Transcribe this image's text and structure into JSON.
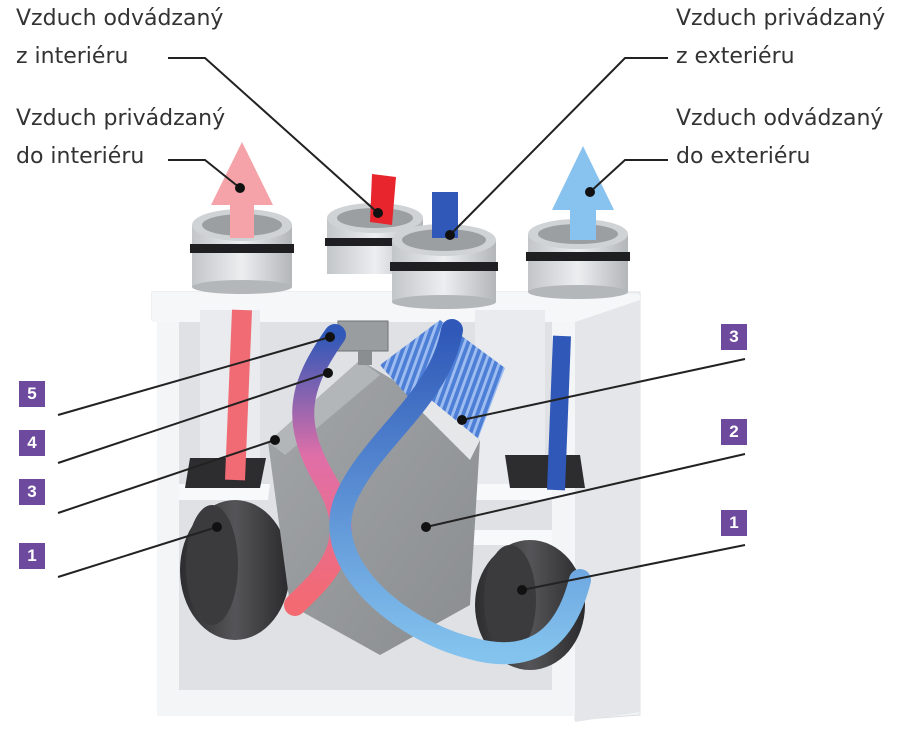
{
  "colors": {
    "warm": "#f05a66",
    "warm_light": "#f7a3a9",
    "cold": "#2f58b8",
    "cold_light": "#7fc0ec",
    "badge": "#6e4a9e",
    "leader": "#222222"
  },
  "labels": {
    "exhaust_from_interior": [
      "Vzduch odvádzaný",
      "z interiéru"
    ],
    "supply_to_interior": [
      "Vzduch privádzaný",
      "do interiéru"
    ],
    "supply_from_exterior": [
      "Vzduch privádzaný",
      "z exteriéru"
    ],
    "exhaust_to_exterior": [
      "Vzduch odvádzaný",
      "do exteriéru"
    ]
  },
  "numbers": {
    "left": [
      "5",
      "4",
      "3",
      "1"
    ],
    "right": [
      "3",
      "2",
      "1"
    ]
  }
}
